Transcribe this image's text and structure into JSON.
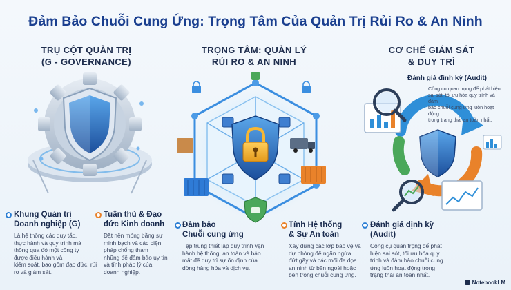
{
  "title": "Đảm Bảo Chuỗi Cung Ứng: Trọng Tâm Của Quản Trị Rủi Ro & An Ninh",
  "columns": {
    "left": {
      "heading_line1": "TRỤ CỘT QUẢN TRỊ",
      "heading_line2": "(G - GOVERNANCE)",
      "item1": {
        "title_line1": "Khung Quản trị",
        "title_line2": "Doanh nghiệp (G)",
        "text": [
          "Là hệ thống các quy tắc,",
          "thực hành và quy trình mà",
          "thông qua đó một công ty",
          "được điều hành và",
          "kiểm soát, bao gồm đạo đức, rủi",
          "ro và giám sát."
        ]
      },
      "item2": {
        "title_line1": "Tuân thủ & Đạo",
        "title_line2": "đức Kinh doanh",
        "text": [
          "Đặt nền móng bằng sự",
          "minh bạch và các biện",
          "pháp chống tham",
          "nhũng để đảm bảo uy tín",
          "và tính pháp lý của",
          "doanh nghiệp."
        ]
      }
    },
    "middle": {
      "heading_line1": "TRỌNG TÂM: QUẢN LÝ",
      "heading_line2": "RỦI RO & AN NINH",
      "item1": {
        "title_line1": "Đảm bảo",
        "title_line2": "Chuỗi cung ứng",
        "text": [
          "Tập trung thiết lập quy trình vận",
          "hành hệ thống, an toàn và bảo",
          "mật để duy trì sự ổn định của",
          "dòng hàng hóa và dịch vụ."
        ]
      },
      "item2": {
        "title_line1": "Tính Hệ thống",
        "title_line2": "& Sự An toàn",
        "text": [
          "Xây dựng các lớp bảo vệ và",
          "dự phòng để ngăn ngừa",
          "đứt gãy và các mối đe dọa",
          "an ninh từ bên ngoài hoặc",
          "bên trong chuỗi cung ứng."
        ]
      }
    },
    "right": {
      "heading_line1": "CƠ CHẾ GIÁM SÁT",
      "heading_line2": "& DUY TRÌ",
      "top_item": {
        "title": "Đánh giá định kỳ (Audit)",
        "text": [
          "Công cụ quan trọng để phát hiện",
          "sai sót, tối ưu hóa quy trình và đảm",
          "bảo chuỗi cung ứng luôn hoạt động",
          "trong trạng thái an toàn nhất."
        ]
      },
      "item1": {
        "title_line1": "Đánh giá định kỳ",
        "title_line2": "(Audit)",
        "text": [
          "Công cụ quan trọng để phát",
          "hiện sai sót, tối ưu hóa quy",
          "trình và đảm bảo chuỗi cung",
          "ứng luôn hoạt động trong",
          "trạng thái an toàn nhất."
        ]
      }
    }
  },
  "brand": "NotebookLM",
  "colors": {
    "title": "#1a3f8f",
    "blue_accent": "#2c7fd4",
    "orange_accent": "#e9822a",
    "green_accent": "#4ba85a"
  },
  "icons": [
    "gear-shield-icon",
    "padlock-icon",
    "network-icon",
    "container-icon",
    "truck-icon",
    "magnifier-chart-icon",
    "cycle-arrows-icon"
  ]
}
